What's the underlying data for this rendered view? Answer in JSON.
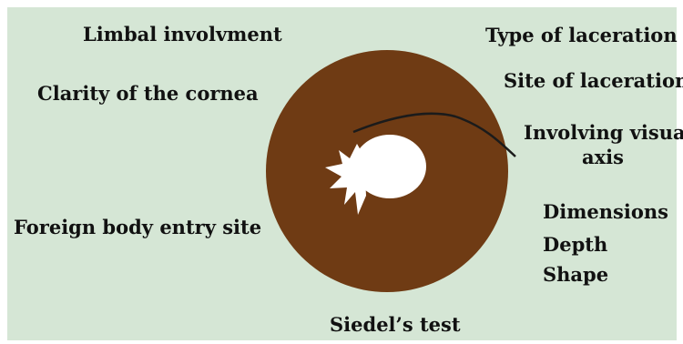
{
  "colors": {
    "background": "#d5e6d5",
    "iris": "#6f3b14",
    "pupil": "#ffffff",
    "laceration": "#1b1b1b",
    "text": "#111111"
  },
  "labels": {
    "limbal_involvement": "Limbal involvment",
    "clarity_of_cornea": "Clarity of the cornea",
    "foreign_body_entry_site": "Foreign body entry site",
    "siedels_test": "Siedel’s test",
    "type_of_laceration": "Type of laceration",
    "site_of_laceration": "Site of laceration",
    "involving_visual_axis_line1": "Involving visual",
    "involving_visual_axis_line2": "axis",
    "dimensions": "Dimensions",
    "depth": "Depth",
    "shape": "Shape"
  }
}
